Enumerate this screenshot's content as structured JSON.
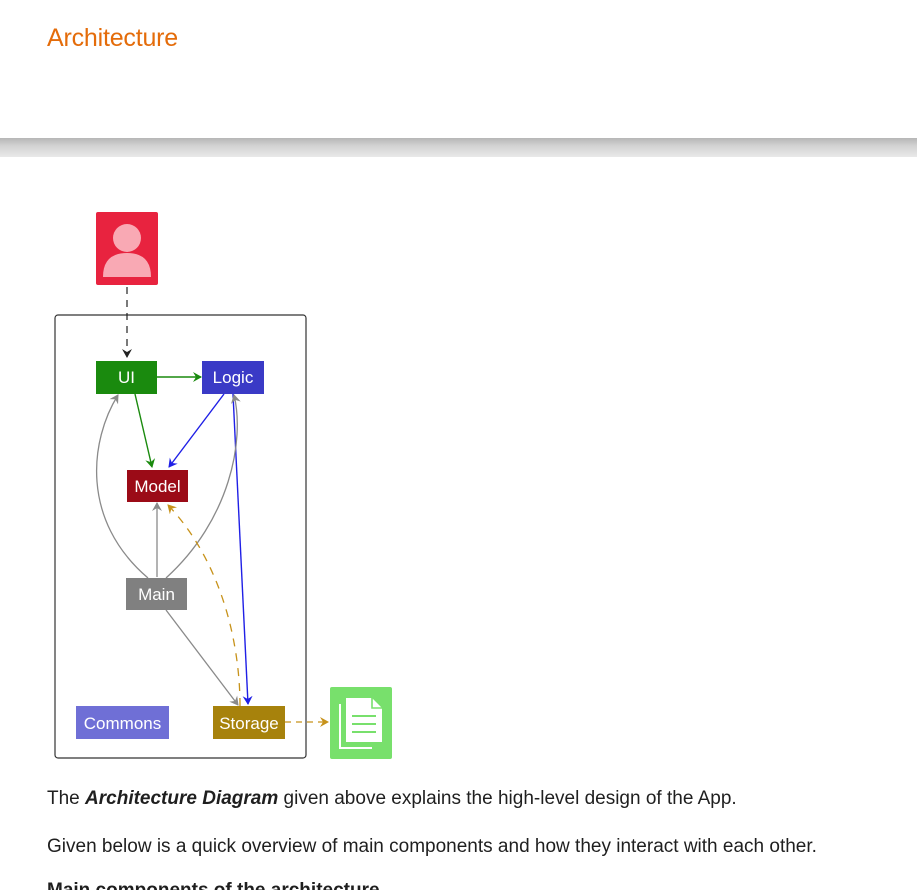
{
  "heading": "Architecture",
  "diagram": {
    "components": {
      "ui": "UI",
      "logic": "Logic",
      "model": "Model",
      "main": "Main",
      "commons": "Commons",
      "storage": "Storage"
    },
    "colors": {
      "user": "#e8233f",
      "ui": "#1a8a0e",
      "logic": "#3a3ac6",
      "model": "#9b0b17",
      "main": "#808080",
      "commons": "#6f6fd6",
      "storage": "#a7820c",
      "file": "#78e06c"
    }
  },
  "paragraph1": {
    "prefix": "The ",
    "emphasis": "Architecture Diagram",
    "suffix": " given above explains the high-level design of the App."
  },
  "paragraph2": "Given below is a quick overview of main components and how they interact with each other.",
  "subheading": "Main components of the architecture"
}
